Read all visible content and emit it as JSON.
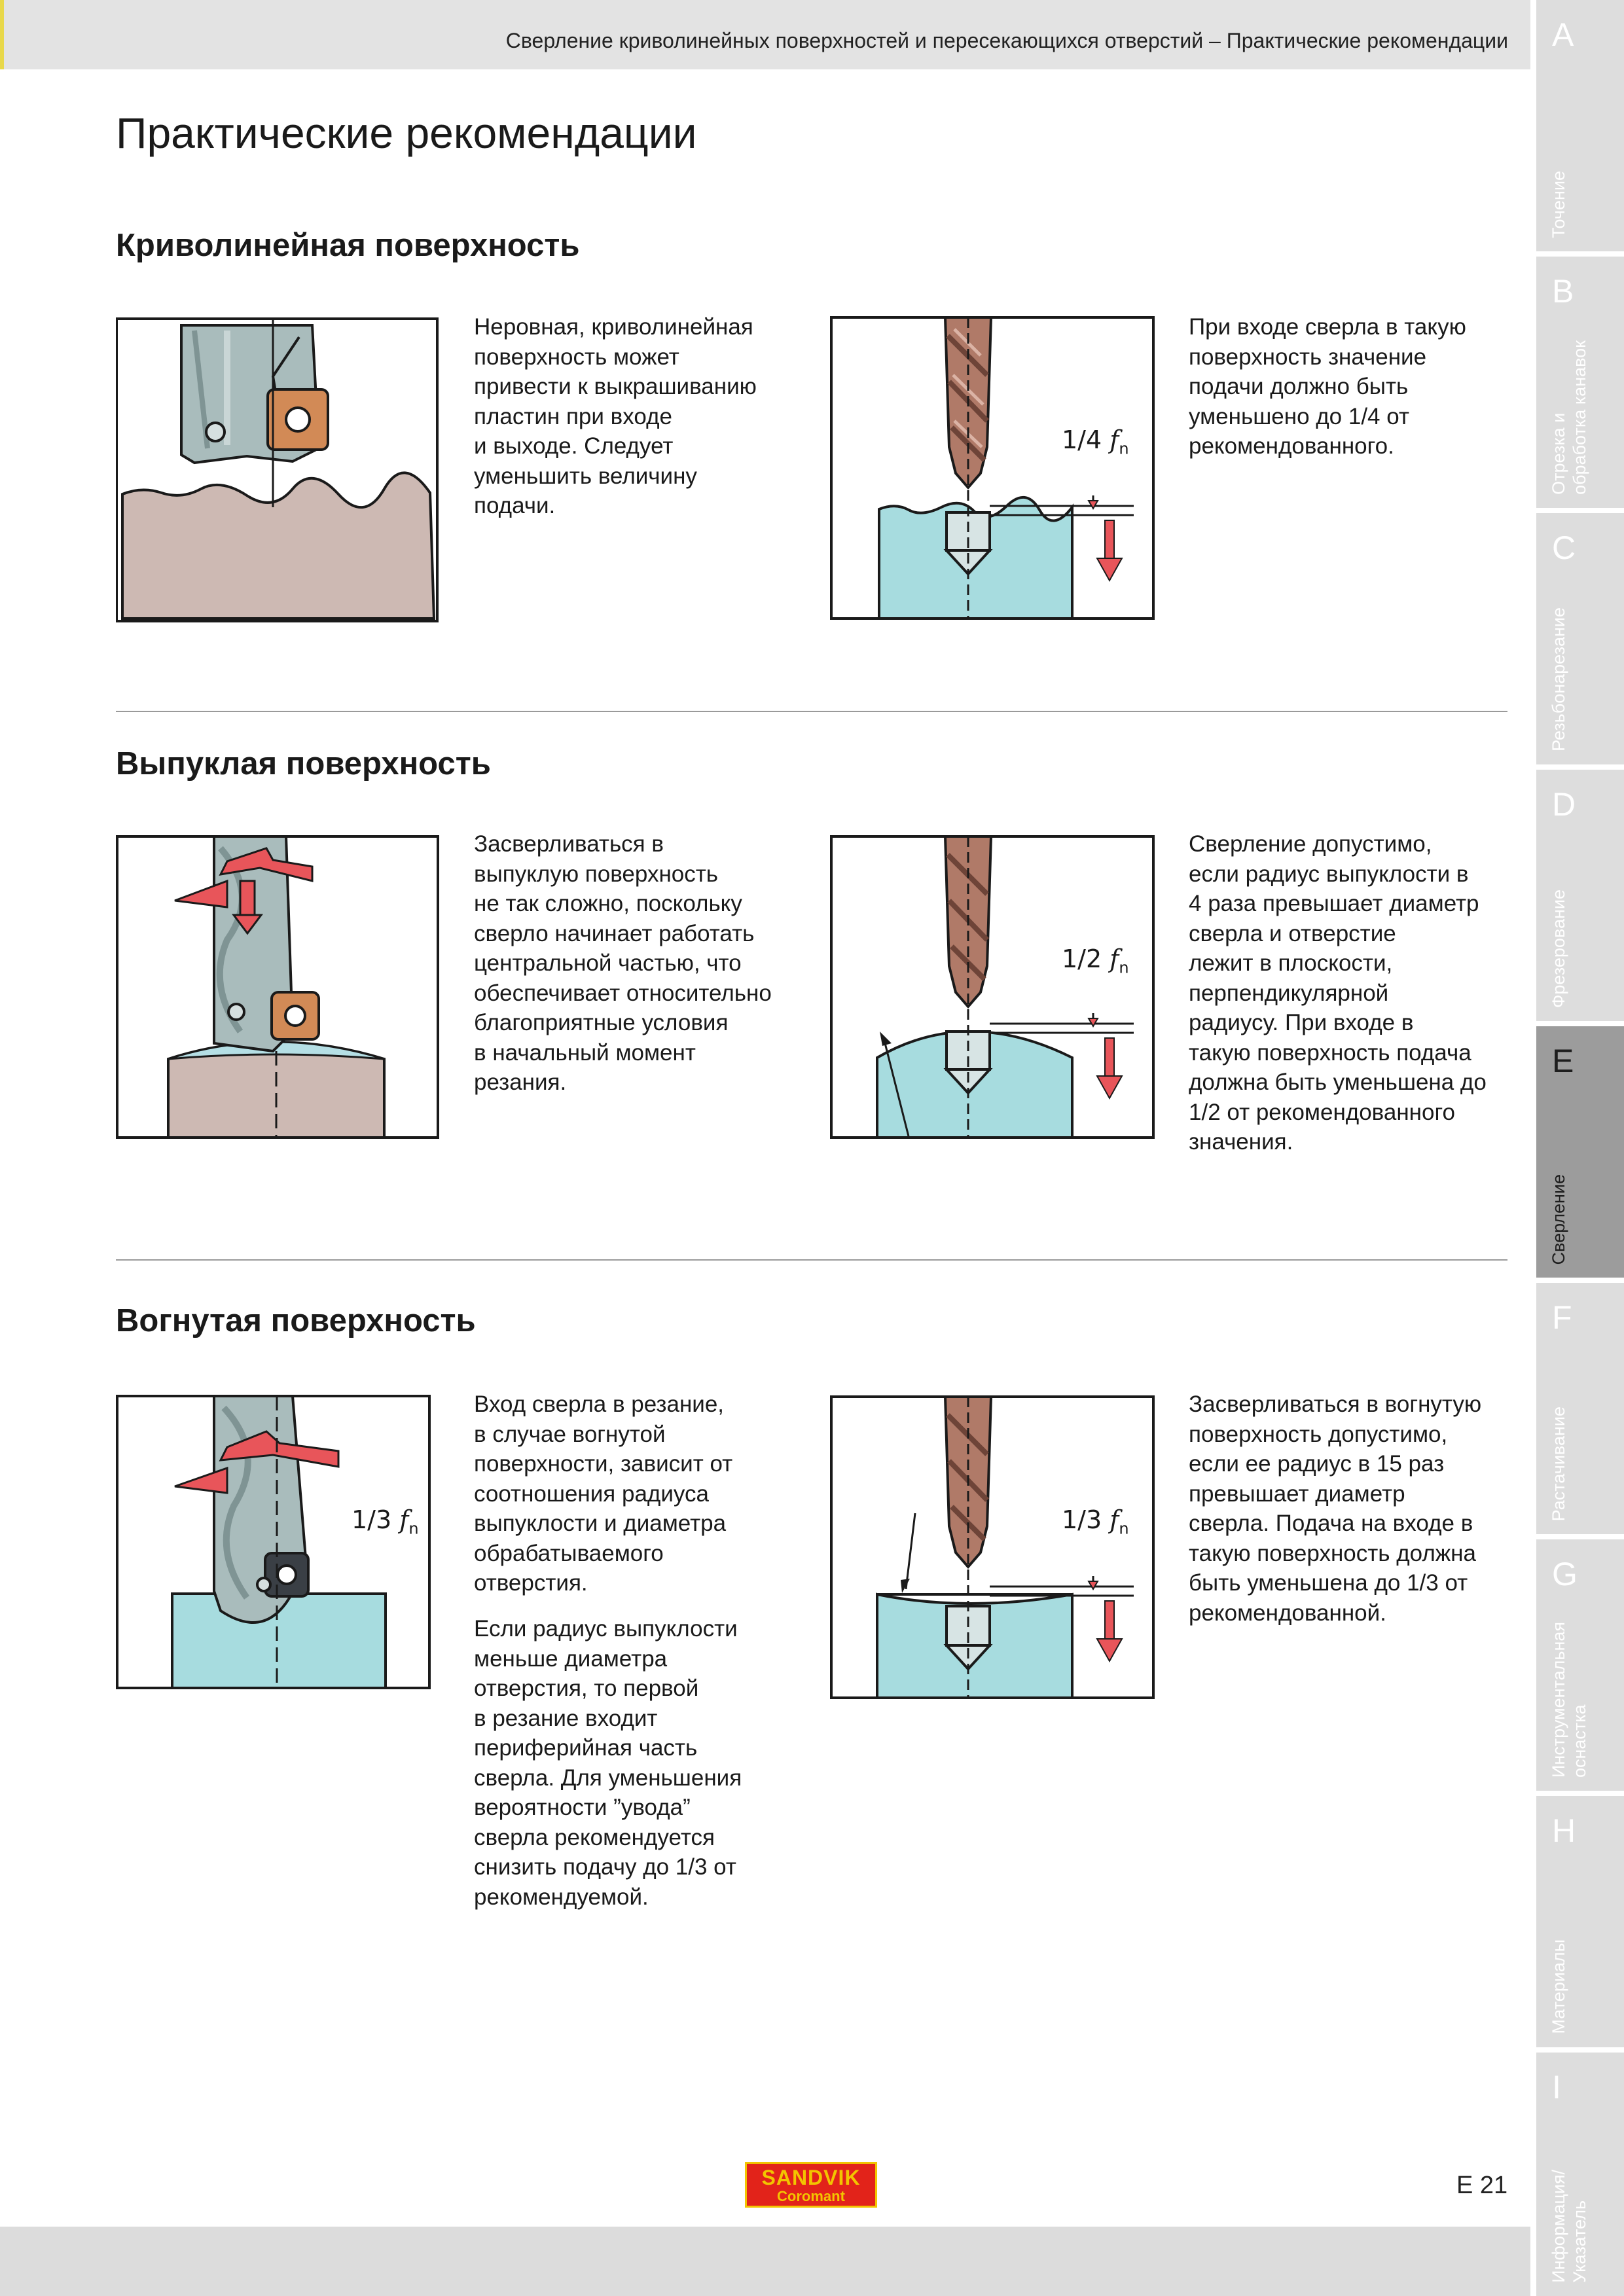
{
  "header": {
    "title": "Сверление криволинейных поверхностей и пересекающихся отверстий – Практические рекомендации"
  },
  "page_title": "Практические рекомендации",
  "sections": [
    {
      "title": "Криволинейная поверхность",
      "left_text": "Неровная, криволинейная\nповерхность может\nпривести к выкрашиванию\nпластин при входе\nи выходе. Следует\nуменьшить величину\nподачи.",
      "ratio": {
        "num": "1/4",
        "f": "f",
        "sub": "n"
      },
      "right_text": "При входе сверла в такую\nповерхность значение\nподачи должно быть\nуменьшено до 1/4 от\nрекомендованного."
    },
    {
      "title": "Выпуклая поверхность",
      "left_text": "Засверливаться в\nвыпуклую поверхность\nне так сложно, поскольку\nсверло начинает работать\nцентральной частью, что\nобеспечивает относительно\nблагоприятные условия\nв начальный момент\nрезания.",
      "ratio": {
        "num": "1/2",
        "f": "f",
        "sub": "n"
      },
      "right_text": "Сверление допустимо,\nесли радиус выпуклости в\n4 раза превышает диаметр\nсверла и отверстие\nлежит в плоскости,\nперпендикулярной\nрадиусу. При входе в\nтакую поверхность подача\nдолжна быть уменьшена до\n1/2 от рекомендованного\nзначения."
    },
    {
      "title": "Вогнутая поверхность",
      "left_text_1": "Вход сверла в резание,\nв случае вогнутой\nповерхности, зависит от\nсоотношения радиуса\nвыпуклости и диаметра\nобрабатываемого\nотверстия.",
      "left_text_2": "Если радиус выпуклости\nменьше диаметра\nотверстия, то первой\nв резание входит\nпериферийная часть\nсверла. Для уменьшения\nвероятности ”увода”\nсверла рекомендуется\nснизить подачу до 1/3 от\nрекомендуемой.",
      "left_ratio": {
        "num": "1/3",
        "f": "f",
        "sub": "n"
      },
      "ratio": {
        "num": "1/3",
        "f": "f",
        "sub": "n"
      },
      "right_text": "Засверливаться в вогнутую\nповерхность допустимо,\nесли ее радиус в 15 раз\nпревышает диаметр\nсверла. Подача на входе в\nтакую поверхность должна\nбыть уменьшена до 1/3 от\nрекомендованной."
    }
  ],
  "sidebar": {
    "tabs": [
      {
        "letter": "A",
        "label": "Точение",
        "active": false
      },
      {
        "letter": "B",
        "label": "Отрезка и\nобработка канавок",
        "active": false
      },
      {
        "letter": "C",
        "label": "Резьбонарезание",
        "active": false
      },
      {
        "letter": "D",
        "label": "Фрезерование",
        "active": false
      },
      {
        "letter": "E",
        "label": "Сверление",
        "active": true
      },
      {
        "letter": "F",
        "label": "Растачивание",
        "active": false
      },
      {
        "letter": "G",
        "label": "Инструментальная\nоснастка",
        "active": false
      },
      {
        "letter": "H",
        "label": "Материалы",
        "active": false
      },
      {
        "letter": "I",
        "label": "Информация/\nУказатель",
        "active": false
      }
    ]
  },
  "footer": {
    "logo_line1": "SANDVIK",
    "logo_line2": "Coromant",
    "page_number": "E 21"
  },
  "colors": {
    "workpiece_gray": "#cdb9b3",
    "workpiece_blue": "#a7dcdf",
    "drill_copper": "#b07a68",
    "tool_steel": "#a9bcbc",
    "insert_orange": "#d28a56",
    "arrow_red": "#e8555a",
    "active_tab": "#9c9c9c"
  }
}
